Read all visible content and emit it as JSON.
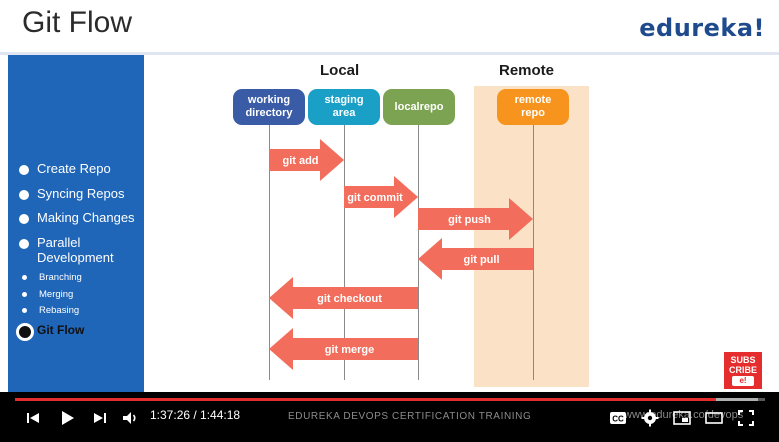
{
  "slide": {
    "title": "Git Flow",
    "brand": "edureka!"
  },
  "sidebar": {
    "items": [
      {
        "label": "Create Repo",
        "level": "main"
      },
      {
        "label": "Syncing Repos",
        "level": "main"
      },
      {
        "label": "Making Changes",
        "level": "main"
      },
      {
        "label": "Parallel",
        "label2": "Development",
        "level": "main"
      },
      {
        "label": "Branching",
        "level": "sub"
      },
      {
        "label": "Merging",
        "level": "sub"
      },
      {
        "label": "Rebasing",
        "level": "sub"
      },
      {
        "label": "Git Flow",
        "level": "main",
        "active": true
      }
    ]
  },
  "diagram": {
    "local_header": "Local",
    "remote_header": "Remote",
    "nodes": [
      {
        "line1": "working",
        "line2": "directory",
        "color": "#3a5ba6"
      },
      {
        "line1": "staging",
        "line2": "area",
        "color": "#1aa0c7"
      },
      {
        "line1": "localrepo",
        "line2": "",
        "color": "#7ba351"
      },
      {
        "line1": "remote",
        "line2": "repo",
        "color": "#f7941d"
      }
    ],
    "arrows": [
      {
        "label": "git add",
        "direction": "right"
      },
      {
        "label": "git commit",
        "direction": "right"
      },
      {
        "label": "git push",
        "direction": "right"
      },
      {
        "label": "git pull",
        "direction": "left"
      },
      {
        "label": "git checkout",
        "direction": "left"
      },
      {
        "label": "git merge",
        "direction": "left"
      }
    ],
    "arrow_color": "#f26d5b",
    "remote_band_color": "#fbe2c6"
  },
  "subscribe": {
    "line1": "SUBS",
    "line2": "CRIBE",
    "line3": "e!"
  },
  "player": {
    "time": "1:37:26 / 1:44:18",
    "video_title": "EDUREKA DEVOPS CERTIFICATION TRAINING",
    "watermark": "www.edureka.co/devops",
    "progress": 0.934,
    "buffered": 0.99,
    "icons": [
      "skip-previous-icon",
      "play-icon",
      "skip-next-icon",
      "volume-icon",
      "captions-icon",
      "settings-icon",
      "miniplayer-icon",
      "theater-icon",
      "fullscreen-icon"
    ],
    "captions_label": "CC",
    "accent": "#e52d2d"
  }
}
